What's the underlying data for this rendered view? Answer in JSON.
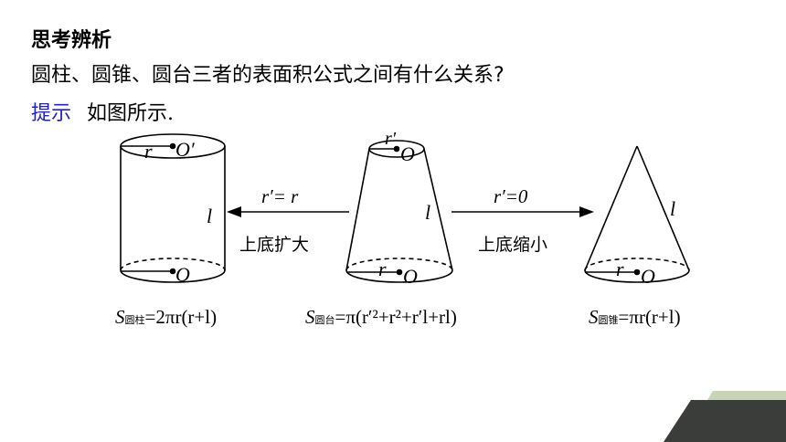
{
  "heading": "思考辨析",
  "question": "圆柱、圆锥、圆台三者的表面积公式之间有什么关系?",
  "hint": {
    "label": "提示",
    "text": "如图所示."
  },
  "figure": {
    "cylinder": {
      "top_label": "r",
      "top_center": "O′",
      "side": "l",
      "bottom_label": "O"
    },
    "frustum": {
      "top_label": "r′",
      "top_center": "O",
      "side": "l",
      "bottom_radius": "r",
      "bottom_label": "O"
    },
    "cone": {
      "side": "l",
      "bottom_radius": "r",
      "bottom_label": "O"
    },
    "arrow_left": {
      "condition": "r′= r",
      "caption": "上底扩大"
    },
    "arrow_right": {
      "condition": "r′=0",
      "caption": "上底缩小"
    },
    "formulas": {
      "cylinder": {
        "s": "S",
        "sub": "圆柱",
        "expr": "=2πr(r+l)"
      },
      "frustum": {
        "s": "S",
        "sub": "圆台",
        "expr": "=π(r′²+r²+r′l+rl)"
      },
      "cone": {
        "s": "S",
        "sub": "圆锥",
        "expr": "=πr(r+l)"
      }
    }
  },
  "colors": {
    "accent": "#2020d0",
    "deco_dark": "#3a3d3a",
    "deco_light": "#c8d4b8"
  }
}
